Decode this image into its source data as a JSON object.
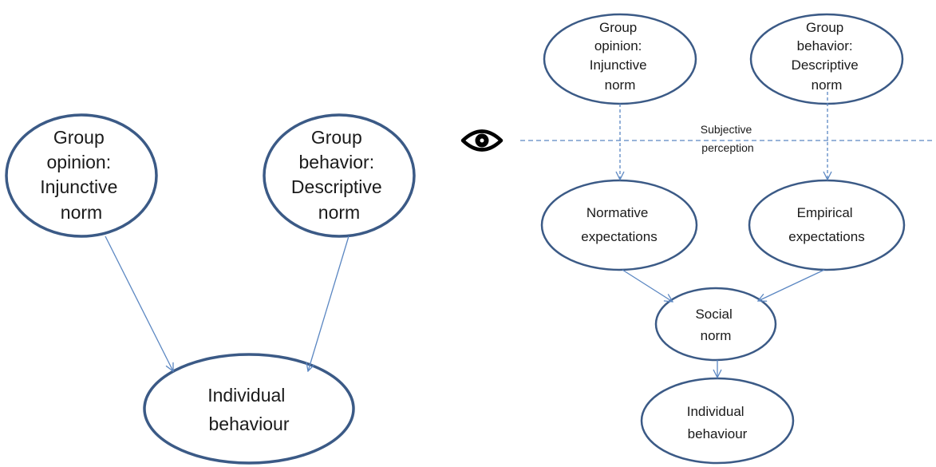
{
  "left_diagram": {
    "injunctive_node": [
      "Group",
      "opinion:",
      "Injunctive",
      "norm"
    ],
    "descriptive_node": [
      "Group",
      "behavior:",
      "Descriptive",
      "norm"
    ],
    "individual_node": [
      "Individual",
      "behaviour"
    ]
  },
  "right_diagram": {
    "injunctive_node": [
      "Group",
      "opinion:",
      "Injunctive",
      "norm"
    ],
    "descriptive_node": [
      "Group",
      "behavior:",
      "Descriptive",
      "norm"
    ],
    "perception_label": [
      "Subjective",
      "perception"
    ],
    "normative_node": [
      "Normative",
      "expectations"
    ],
    "empirical_node": [
      "Empirical",
      "expectations"
    ],
    "social_norm_node": [
      "Social",
      "norm"
    ],
    "individual_node": [
      "Individual",
      "behaviour"
    ]
  },
  "icons": {
    "perception": "eye-icon"
  },
  "colors": {
    "node_border": "#3b5a86",
    "arrow": "#5b87c2",
    "text": "#1a1a1a"
  }
}
